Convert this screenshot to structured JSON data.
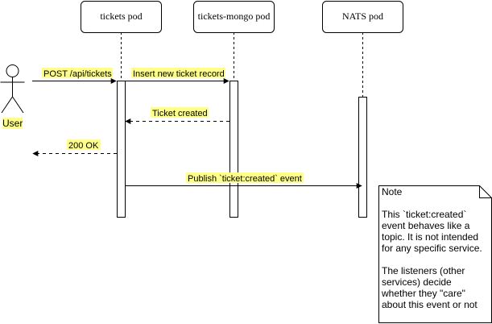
{
  "colors": {
    "highlight": "#ffff88",
    "line": "#000000"
  },
  "participants": {
    "user": "User",
    "tickets_pod": "tickets pod",
    "tickets_mongo_pod": "tickets-mongo pod",
    "nats_pod": "NATS pod"
  },
  "messages": {
    "post_api_tickets": "POST /api/tickets",
    "insert_record": "Insert new ticket record",
    "ticket_created": "Ticket created",
    "ok_200": "200 OK",
    "publish_event": "Publish `ticket:created` event"
  },
  "note": {
    "title": "Note",
    "para1": "This `ticket:created` event behaves like a topic. It is not intended for any specific service.",
    "para2": "The listeners (other services) decide whether they \"care\" about this event or not"
  }
}
